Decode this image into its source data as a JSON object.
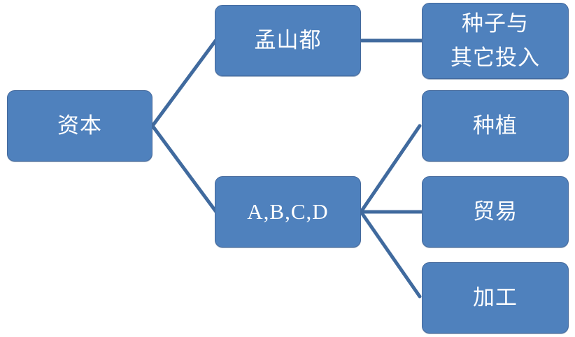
{
  "diagram": {
    "type": "tree",
    "background_color": "#FFFFFF",
    "colors": {
      "box_fill": "#4F81BD",
      "box_border": "#44699C",
      "connector_line": "#406A9E",
      "label_text": "#FFFFFF"
    },
    "nodes": [
      {
        "id": "capital",
        "label": "资本"
      },
      {
        "id": "monsanto",
        "label": "孟山都"
      },
      {
        "id": "seeds-inputs",
        "label": "种子与\n其它投入"
      },
      {
        "id": "abcd",
        "label": "A,B,C,D"
      },
      {
        "id": "planting",
        "label": "种植"
      },
      {
        "id": "trade",
        "label": "贸易"
      },
      {
        "id": "processing",
        "label": "加工"
      }
    ],
    "edges": [
      {
        "from": "capital",
        "to": "monsanto"
      },
      {
        "from": "capital",
        "to": "abcd"
      },
      {
        "from": "monsanto",
        "to": "seeds-inputs"
      },
      {
        "from": "abcd",
        "to": "planting"
      },
      {
        "from": "abcd",
        "to": "trade"
      },
      {
        "from": "abcd",
        "to": "processing"
      }
    ]
  }
}
